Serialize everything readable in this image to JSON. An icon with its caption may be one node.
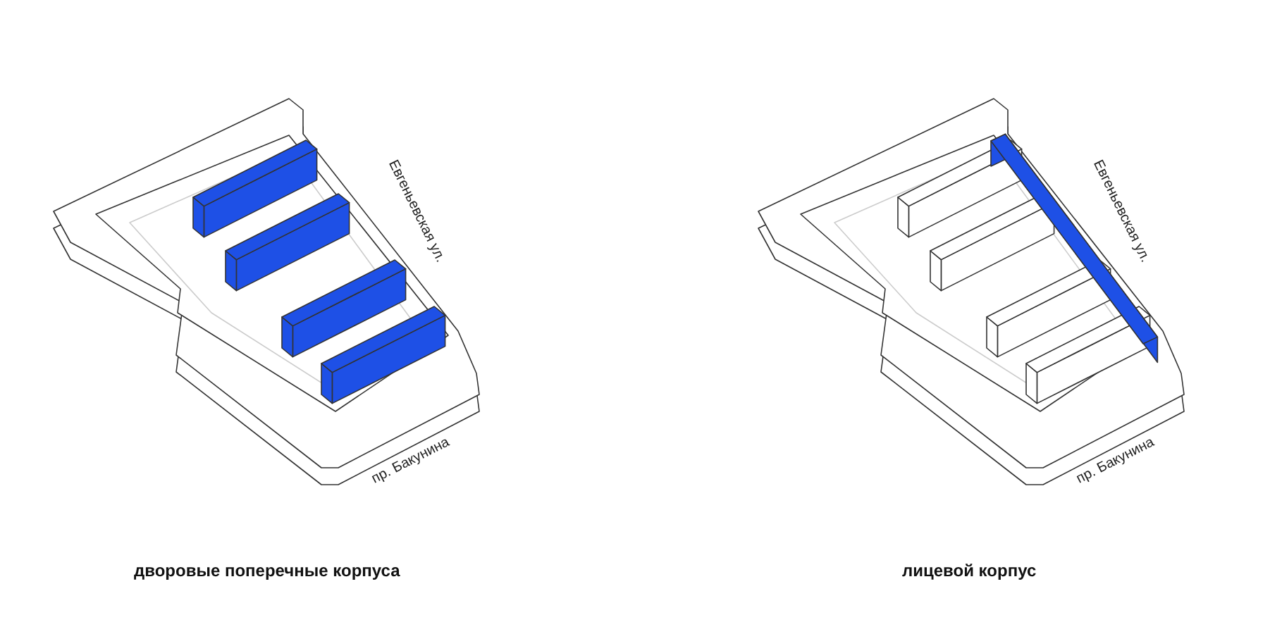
{
  "diagram": {
    "labels": [
      "Евгеньевская ул.",
      "пр. Бакунина",
      "дворовые поперечные корпуса",
      "Евгеньевская ул.",
      "пр. Бакунина",
      "лицевой корпус"
    ]
  }
}
